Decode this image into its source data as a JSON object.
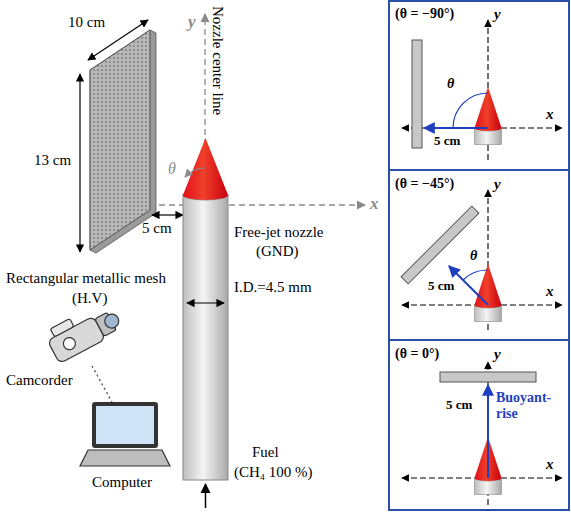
{
  "diagram": {
    "labels": [
      "10 cm",
      "13 cm",
      "y",
      "Nozzle center line",
      "θ",
      "x",
      "5 cm",
      "Free-jet nozzle",
      "(GND)",
      "Rectangular metallic mesh",
      "(H.V)",
      "I.D.=4.5 mm",
      "Camcorder",
      "Fuel",
      "(CH₄ 100 %)",
      "Computer",
      "(θ = −90°)",
      "y",
      "θ",
      "5 cm",
      "x",
      "(θ = −45°)",
      "y",
      "θ",
      "5 cm",
      "x",
      "(θ = 0°)",
      "y",
      "5 cm",
      "Buoyant-rise",
      "x"
    ]
  }
}
